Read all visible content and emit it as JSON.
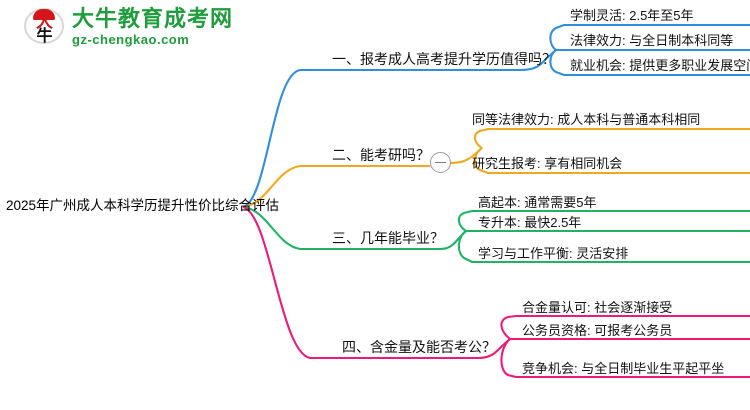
{
  "logo": {
    "mark_char_1": "大",
    "mark_char_2": "牛",
    "title": "大牛教育成考网",
    "subtitle": "gz-chengkao.com",
    "brand_green": "#1f9c3c",
    "brand_red": "#d4161a"
  },
  "mindmap": {
    "root": {
      "label": "2025年广州成人本科学历提升性价比综合评估"
    },
    "branches": [
      {
        "label": "一、报考成人高考提升学历值得吗？",
        "color": "#2f8fdd",
        "collapsible": false,
        "children": [
          {
            "label": "学制灵活: 2.5年至5年"
          },
          {
            "label": "法律效力: 与全日制本科同等"
          },
          {
            "label": "就业机会: 提供更多职业发展空间"
          }
        ]
      },
      {
        "label": "二、能考研吗？",
        "color": "#f0a81e",
        "collapsible": true,
        "toggle_icon": "minus-circle-icon",
        "children": [
          {
            "label": "同等法律效力: 成人本科与普通本科相同"
          },
          {
            "label": "研究生报考: 享有相同机会"
          }
        ]
      },
      {
        "label": "三、几年能毕业？",
        "color": "#1fb464",
        "collapsible": false,
        "children": [
          {
            "label": "高起本: 通常需要5年"
          },
          {
            "label": "专升本: 最快2.5年"
          },
          {
            "label": "学习与工作平衡: 灵活安排"
          }
        ]
      },
      {
        "label": "四、含金量及能否考公？",
        "color": "#ee1a78",
        "collapsible": false,
        "children": [
          {
            "label": "合金量认可: 社会逐渐接受"
          },
          {
            "label": "公务员资格: 可报考公务员"
          },
          {
            "label": "竞争机会: 与全日制毕业生平起平坐"
          }
        ]
      }
    ]
  }
}
